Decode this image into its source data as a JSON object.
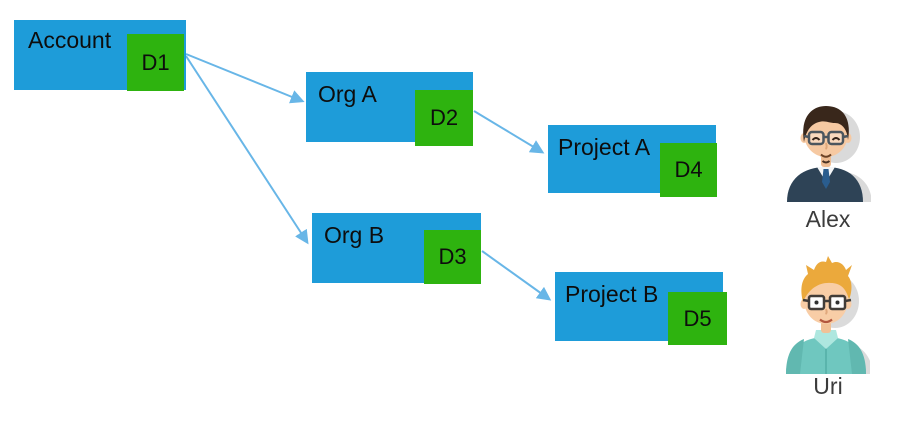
{
  "diagram": {
    "nodes": [
      {
        "id": "account",
        "label": "Account",
        "badge": "D1"
      },
      {
        "id": "org-a",
        "label": "Org A",
        "badge": "D2"
      },
      {
        "id": "org-b",
        "label": "Org B",
        "badge": "D3"
      },
      {
        "id": "project-a",
        "label": "Project A",
        "badge": "D4"
      },
      {
        "id": "project-b",
        "label": "Project B",
        "badge": "D5"
      }
    ],
    "edges": [
      {
        "from": "D1",
        "to": "Org A"
      },
      {
        "from": "D1",
        "to": "Org B"
      },
      {
        "from": "D2",
        "to": "Project A"
      },
      {
        "from": "D3",
        "to": "Project B"
      }
    ],
    "colors": {
      "node_fill": "#1e9cd9",
      "badge_fill": "#2eb30f",
      "arrow": "#68b6e7",
      "label_text": "#0d0d0d"
    }
  },
  "users": [
    {
      "name": "Alex",
      "avatar": "man-dark-hair-glasses-navy-sweater"
    },
    {
      "name": "Uri",
      "avatar": "man-blond-spiky-hair-glasses-teal-shirt"
    }
  ]
}
